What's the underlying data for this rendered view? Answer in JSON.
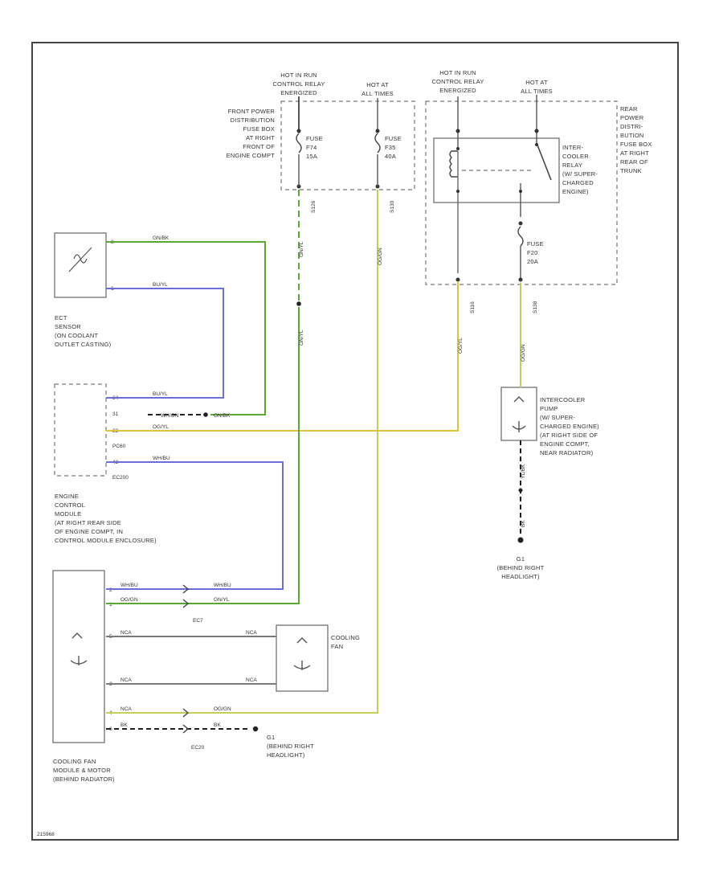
{
  "colors": {
    "green": "#5aa832",
    "blue": "#6d6dd8",
    "yellow": "#e0c53a",
    "greenyel": "#c5cf55",
    "gray": "#7a7a7a",
    "black": "#222222"
  },
  "labels": {
    "hot_run_1": [
      "HOT IN RUN",
      "CONTROL RELAY",
      "ENERGIZED"
    ],
    "hot_all_1": [
      "HOT AT",
      "ALL TIMES"
    ],
    "hot_run_2": [
      "HOT IN RUN",
      "CONTROL RELAY",
      "ENERGIZED"
    ],
    "hot_all_2": [
      "HOT AT",
      "ALL TIMES"
    ],
    "front_fuse_box": [
      "FRONT POWER",
      "DISTRIBUTION",
      "FUSE BOX",
      "AT RIGHT",
      "FRONT OF",
      "ENGINE COMPT"
    ],
    "fuse_f74": [
      "FUSE",
      "F74",
      "15A"
    ],
    "fuse_f35": [
      "FUSE",
      "F35",
      "40A"
    ],
    "rear_fuse_box": [
      "REAR",
      "POWER",
      "DISTRI-",
      "BUTION",
      "FUSE BOX",
      "AT RIGHT",
      "REAR OF",
      "TRUNK"
    ],
    "relay": [
      "INTER-",
      "COOLER",
      "RELAY",
      "(W/ SUPER-",
      "CHARGED",
      "ENGINE)"
    ],
    "fuse_f20": [
      "FUSE",
      "F20",
      "20A"
    ],
    "ect_sensor": [
      "ECT",
      "SENSOR",
      "(ON COOLANT",
      "OUTLET CASTING)"
    ],
    "ecm": [
      "ENGINE",
      "CONTROL",
      "MODULE",
      "(AT RIGHT REAR SIDE",
      "OF ENGINE COMPT, IN",
      "CONTROL MODULE ENCLOSURE)"
    ],
    "intercooler_pump": [
      "INTERCOOLER",
      "PUMP",
      "(W/ SUPER-",
      "CHARGED ENGINE)",
      "(AT RIGHT SIDE OF",
      "ENGINE COMPT,",
      "NEAR RADIATOR)"
    ],
    "cooling_fan": [
      "COOLING",
      "FAN"
    ],
    "fan_module": [
      "COOLING FAN",
      "MODULE & MOTOR",
      "(BEHIND RADIATOR)"
    ],
    "ground_1": [
      "G1",
      "(BEHIND RIGHT",
      "HEADLIGHT)"
    ],
    "ground_2": [
      "G1",
      "(BEHIND RIGHT",
      "HEADLIGHT)"
    ],
    "pc_ecm": "PC60",
    "ec_ecm": "EC200",
    "conn_ect": "EC7",
    "conn_fan": "EC20",
    "footer_id": "215968"
  },
  "wires": {
    "gn_bk": "GN/BK",
    "bu_yl": "BU/YL",
    "wh_gn": "WH/GN",
    "og_yl": "OG/YL",
    "wh_bu": "WH/BU",
    "gn_yl": "GN/YL",
    "og_gn": "OG/GN",
    "yl_bk": "YL/BK",
    "bk": "BK",
    "nca": "NCA"
  },
  "pins": {
    "ect_top": "2",
    "ect_bot": "1",
    "ecm_1": "34",
    "ecm_2": "31",
    "ecm_3": "22",
    "ecm_4": "42",
    "fan_1": "2",
    "fan_2": "1",
    "fan_3": "5",
    "fan_4": "3",
    "fan_5": "4",
    "fan_6": "6"
  },
  "splices": {
    "s1": "S126",
    "s2": "S130",
    "s3": "S116",
    "s4": "S138"
  }
}
